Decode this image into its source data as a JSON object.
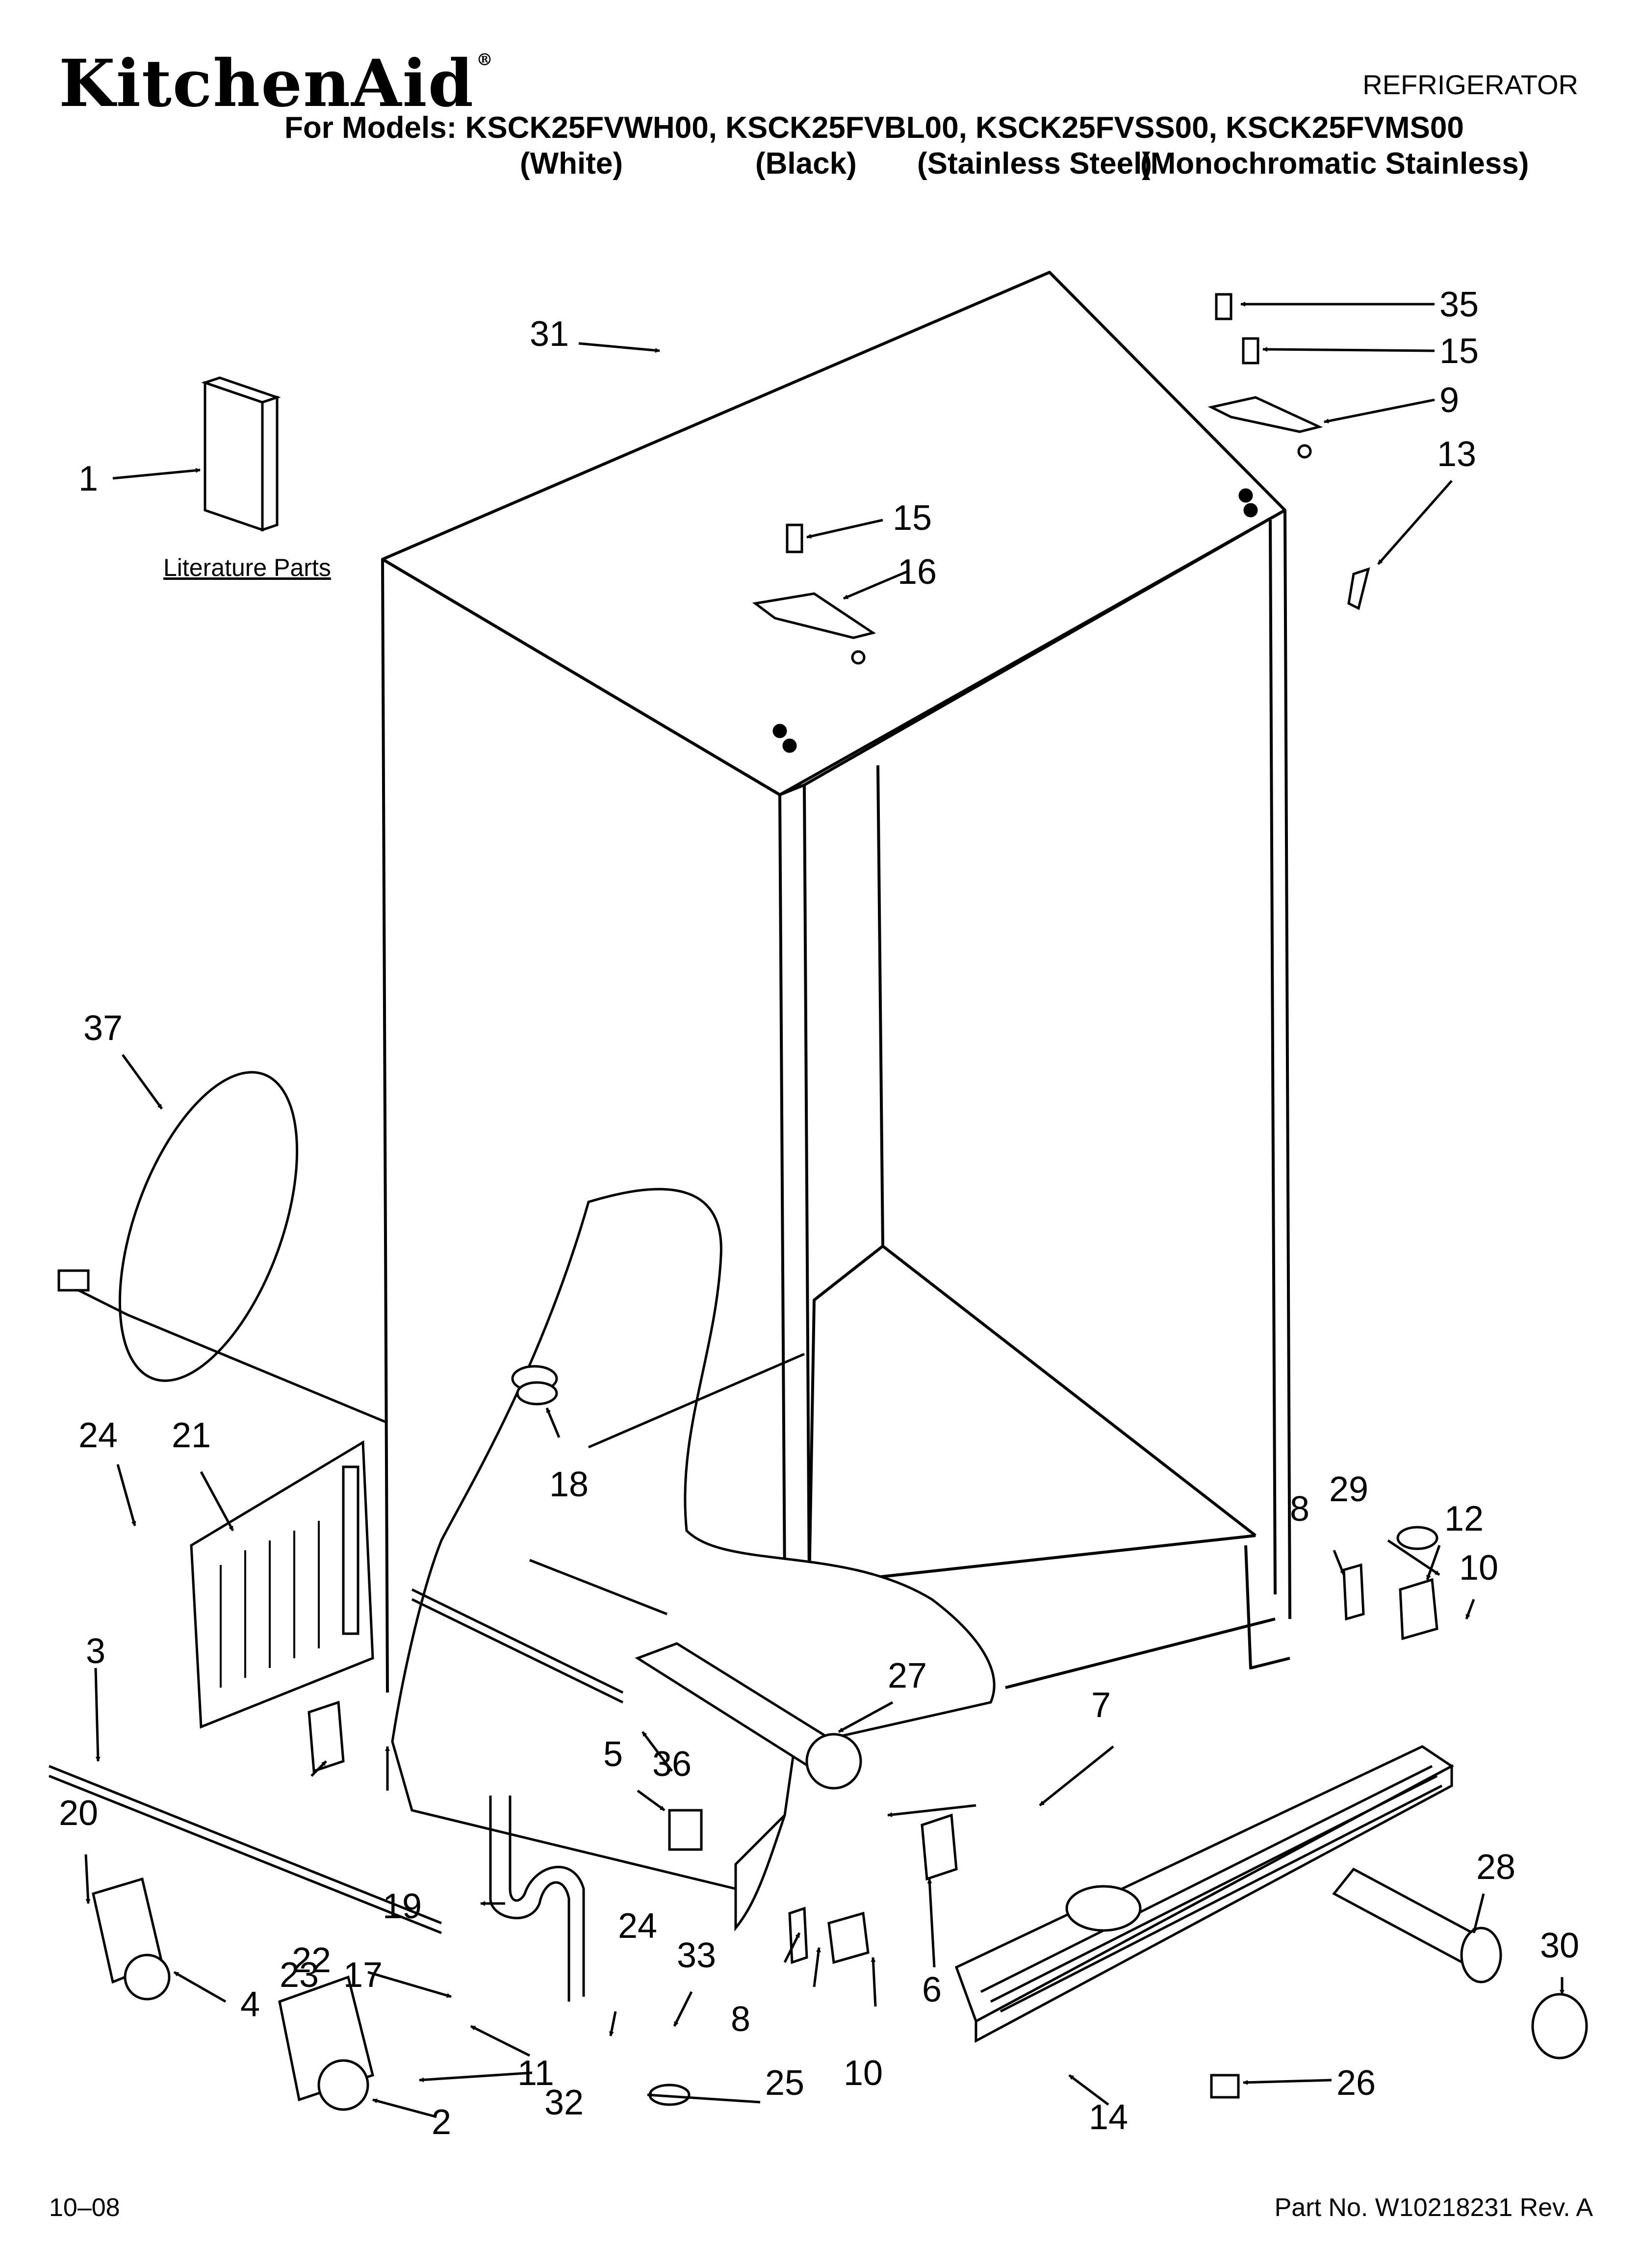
{
  "header": {
    "brand": "KitchenAid",
    "brand_mark": "®",
    "doc_type": "REFRIGERATOR",
    "models_line": "For Models: KSCK25FVWH00, KSCK25FVBL00, KSCK25FVSS00, KSCK25FVMS00",
    "variants": [
      "(White)",
      "(Black)",
      "(Stainless Steel)",
      "(Monochromatic Stainless)"
    ]
  },
  "literature_label": "Literature Parts",
  "callouts": [
    "1",
    "2",
    "3",
    "4",
    "5",
    "6",
    "7",
    "8",
    "8",
    "9",
    "10",
    "10",
    "11",
    "12",
    "13",
    "14",
    "15",
    "15",
    "16",
    "17",
    "18",
    "19",
    "20",
    "21",
    "22",
    "23",
    "24",
    "24",
    "25",
    "26",
    "27",
    "28",
    "29",
    "30",
    "31",
    "32",
    "33",
    "35",
    "36",
    "37"
  ],
  "footer": {
    "date": "10–08",
    "part_no": "Part No. W10218231 Rev. A"
  }
}
